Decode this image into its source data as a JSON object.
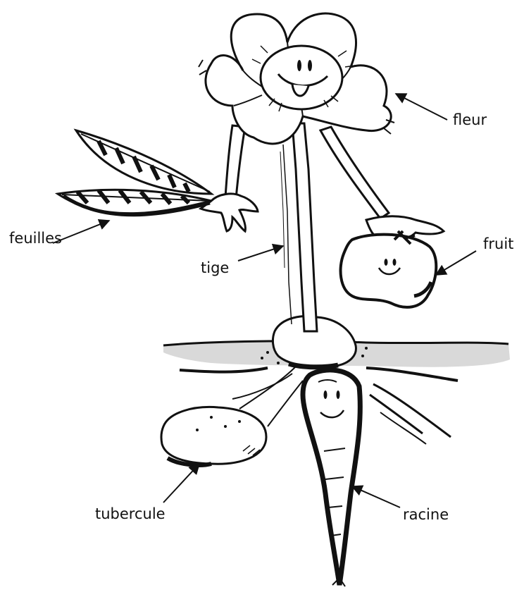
{
  "labels": {
    "fleur": "fleur",
    "feuilles": "feuilles",
    "tige": "tige",
    "fruit": "fruit",
    "tubercule": "tubercule",
    "racine": "racine"
  },
  "colors": {
    "ink": "#111111",
    "ground": "#d9d9d9",
    "background": "#ffffff"
  }
}
